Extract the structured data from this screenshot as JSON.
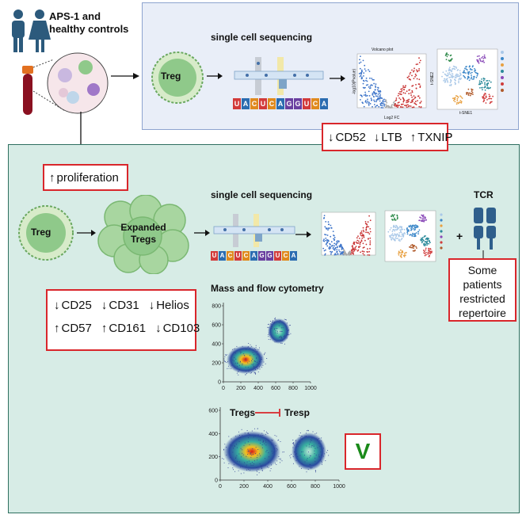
{
  "cohort": {
    "line1": "APS-1 and",
    "line2": "healthy controls"
  },
  "top": {
    "title": "single cell sequencing",
    "treg_label": "Treg",
    "sequence": [
      "U",
      "A",
      "C",
      "U",
      "C",
      "A",
      "G",
      "G",
      "U",
      "C",
      "A"
    ],
    "volcano_title": "Volcano plot",
    "volcano_xlabel": "Log2 FC",
    "volcano_ylabel": "-log10(Pvalue)",
    "tsne_xlabel": "t-SNE1",
    "tsne_ylabel": "t-SNE2",
    "markers": [
      {
        "dir": "↓",
        "name": "CD52"
      },
      {
        "dir": "↓",
        "name": "LTB"
      },
      {
        "dir": "↑",
        "name": "TXNIP"
      }
    ]
  },
  "bottom": {
    "proliferation": {
      "dir": "↑",
      "name": "proliferation"
    },
    "treg_label": "Treg",
    "expanded_label_1": "Expanded",
    "expanded_label_2": "Tregs",
    "sc_title": "single cell sequencing",
    "sequence": [
      "U",
      "A",
      "C",
      "U",
      "C",
      "A",
      "G",
      "G",
      "U",
      "C",
      "A"
    ],
    "tcr_title": "TCR",
    "plus": "+",
    "restricted": [
      "Some",
      "patients",
      "restricted",
      "repertoire"
    ],
    "mass_title": "Mass and flow cytometry",
    "markers_row1": [
      {
        "dir": "↓",
        "name": "CD25"
      },
      {
        "dir": "↓",
        "name": "CD31"
      },
      {
        "dir": "↓",
        "name": "Helios"
      }
    ],
    "markers_row2": [
      {
        "dir": "↑",
        "name": "CD57"
      },
      {
        "dir": "↑",
        "name": "CD161"
      },
      {
        "dir": "↓",
        "name": "CD103"
      }
    ],
    "plot1": {
      "yticks": [
        "800",
        "600",
        "400",
        "200",
        "0"
      ],
      "xticks": [
        "0",
        "200",
        "400",
        "600",
        "800",
        "1000"
      ]
    },
    "plot2": {
      "yticks": [
        "600",
        "400",
        "200",
        "0"
      ],
      "xticks": [
        "0",
        "200",
        "400",
        "600",
        "800",
        "1000"
      ],
      "tregs_label": "Tregs",
      "tresp_label": "Tresp"
    },
    "check": "V"
  },
  "colors": {
    "top_panel_bg": "#e9eef8",
    "top_panel_border": "#8ea4cf",
    "bottom_panel_bg": "#d7ece6",
    "bottom_panel_border": "#2e6f5f",
    "red_box": "#d9262b",
    "check_green": "#1a8a1a",
    "treg_green": "#8fc98a",
    "tcr_blue": "#2f5f8c"
  }
}
